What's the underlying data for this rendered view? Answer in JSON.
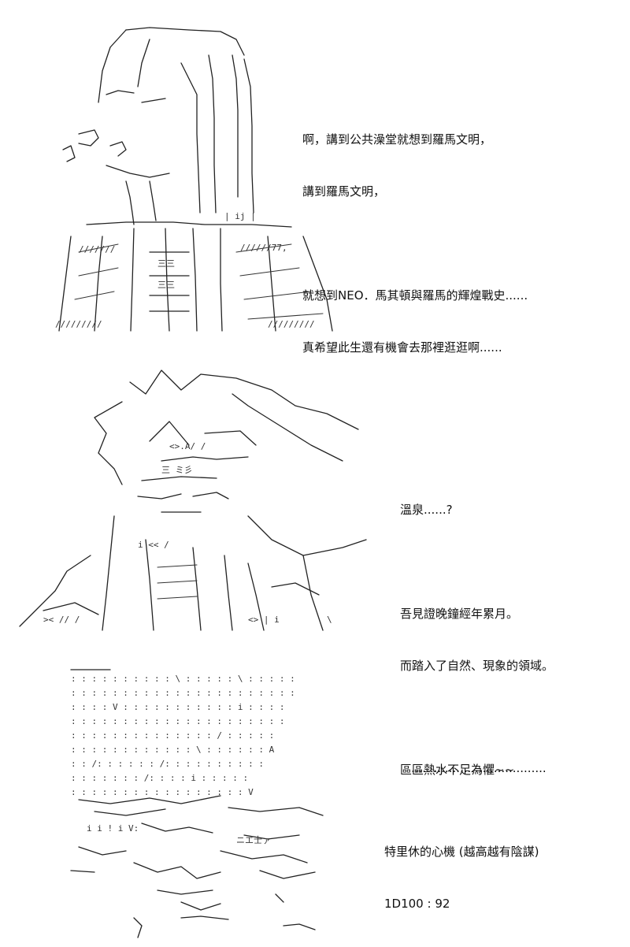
{
  "panel1": {
    "lines": [
      "啊，講到公共澡堂就想到羅馬文明，",
      "講到羅馬文明，",
      "",
      "就想到NEO．馬其頓與羅馬的輝煌戰史......",
      "真希望此生還有機會去那裡逛逛啊......"
    ]
  },
  "panel2": {
    "lines": [
      "溫泉......?",
      "",
      "吾見證晚鐘經年累月。",
      "而踏入了自然、現象的領域。",
      "",
      "區區熱水不足為懼~~"
    ]
  },
  "panel3": {
    "lines": [
      "....................................",
      "",
      "",
      "",
      "特里休的心機 (越高越有陰謀)",
      "1D100 : 92"
    ]
  }
}
